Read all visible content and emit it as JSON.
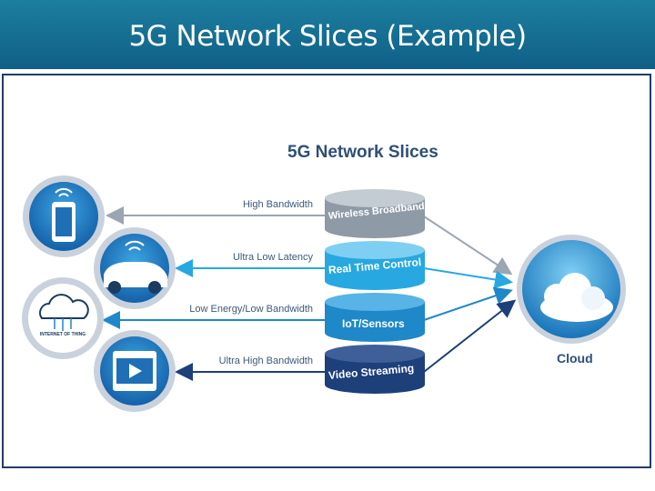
{
  "header": {
    "title": "5G Network Slices (Example)"
  },
  "diagram": {
    "title": "5G Network Slices",
    "arrows": [
      {
        "label": "High Bandwidth"
      },
      {
        "label": "Ultra Low Latency"
      },
      {
        "label": "Low Energy/Low Bandwidth"
      },
      {
        "label": "Ultra High Bandwidth"
      }
    ],
    "slices": [
      {
        "label": "Wireless Broadband",
        "color": "#8e9aa6"
      },
      {
        "label": "Real Time Control",
        "color": "#27a8e0"
      },
      {
        "label": "IoT/Sensors",
        "color": "#1e88c8"
      },
      {
        "label": "Video Streaming",
        "color": "#1d3f7a"
      }
    ],
    "devices": [
      {
        "icon": "smartphone-icon"
      },
      {
        "icon": "connected-car-icon"
      },
      {
        "icon": "iot-cloud-icon",
        "caption": "INTERNET OF THING"
      },
      {
        "icon": "video-player-icon"
      }
    ],
    "cloud": {
      "label": "Cloud"
    }
  }
}
